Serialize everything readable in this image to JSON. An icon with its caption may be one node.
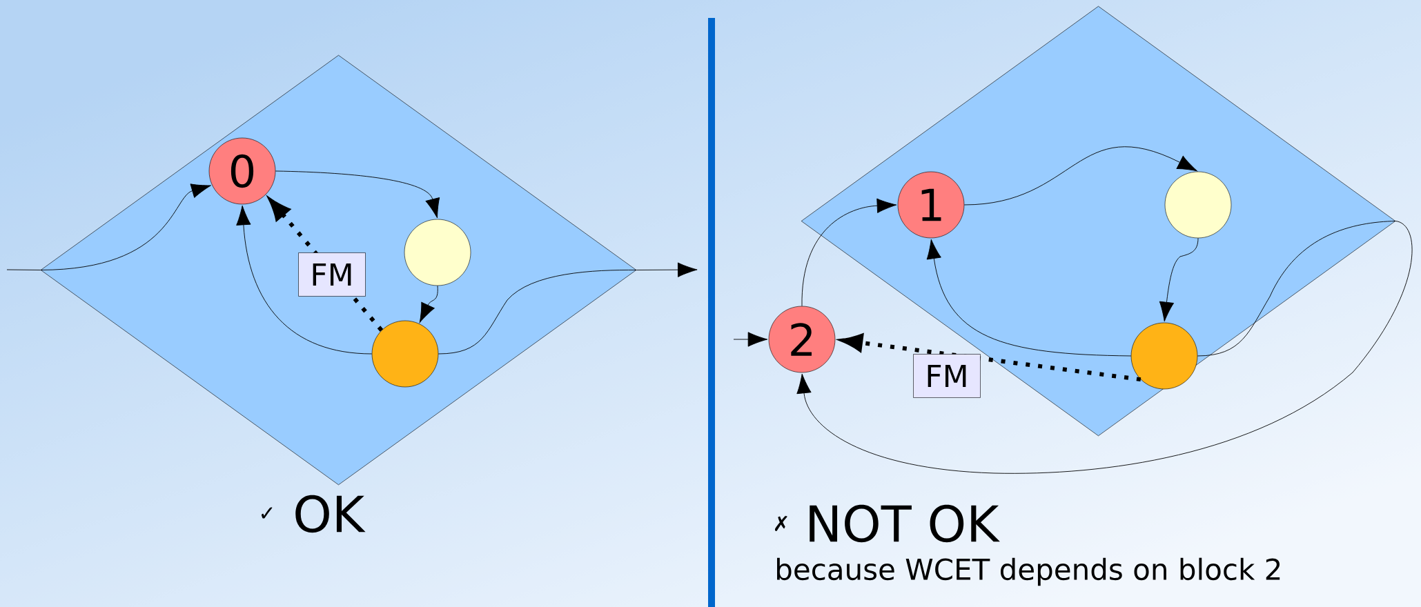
{
  "diagram": {
    "nodes": [
      {
        "text": [],
        "shape": "diamond"
      },
      {
        "text": [
          "0"
        ],
        "in": 0
      },
      {
        "text": [],
        "shape": "circle",
        "in": 0
      },
      {
        "text": [],
        "shape": "circle",
        "in": 0
      },
      {
        "text": [],
        "shape": "diamond"
      },
      {
        "text": [
          "1"
        ],
        "in": 4
      },
      {
        "text": [],
        "shape": "circle",
        "in": 4
      },
      {
        "text": [],
        "shape": "circle",
        "in": 4
      },
      {
        "text": [
          "2"
        ]
      }
    ],
    "edges": [
      {
        "from": null,
        "to": 0,
        "arrow": "none"
      },
      {
        "from": 0,
        "to": 1,
        "arrow": "to"
      },
      {
        "from": 1,
        "to": 2,
        "arrow": "to"
      },
      {
        "from": 2,
        "to": 3,
        "arrow": "to"
      },
      {
        "from": 3,
        "to": 1,
        "arrow": "to"
      },
      {
        "from": 3,
        "to": 1,
        "arrow": "to",
        "label": "FM",
        "style": "dashed"
      },
      {
        "from": 3,
        "to": 0,
        "arrow": "none"
      },
      {
        "from": 0,
        "to": null,
        "arrow": "to"
      },
      {
        "from": null,
        "to": 8,
        "arrow": "to"
      },
      {
        "from": 8,
        "to": 5,
        "arrow": "to"
      },
      {
        "from": 5,
        "to": 6,
        "arrow": "to"
      },
      {
        "from": 6,
        "to": 7,
        "arrow": "to"
      },
      {
        "from": 7,
        "to": 5,
        "arrow": "to"
      },
      {
        "from": 7,
        "to": 4,
        "arrow": "none"
      },
      {
        "from": 4,
        "to": 8,
        "arrow": "to"
      },
      {
        "from": 7,
        "to": 8,
        "arrow": "to",
        "label": "FM",
        "style": "dashed"
      }
    ],
    "labels": [
      "✓",
      "OK",
      "✗",
      "NOT OK",
      "because WCET depends on block 2"
    ]
  }
}
